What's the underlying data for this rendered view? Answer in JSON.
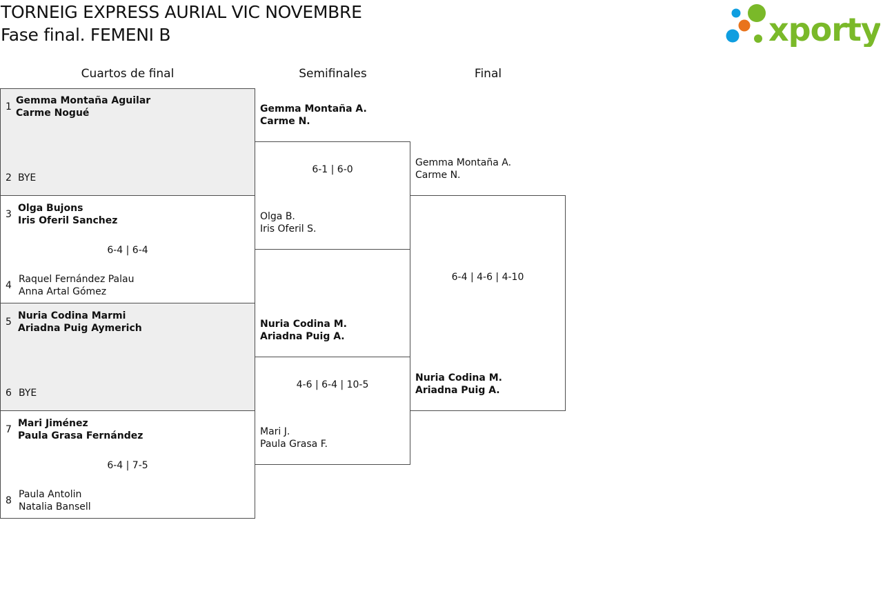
{
  "header": {
    "title_line1": "TORNEIG EXPRESS AURIAL VIC NOVEMBRE",
    "title_line2": "Fase final. FEMENI B",
    "logo_text": "xporty"
  },
  "colors": {
    "logo_green": "#7ab929",
    "logo_blue": "#0f9ee0",
    "logo_orange": "#e9731b",
    "shaded_box": "#eeeeee",
    "border": "#4d4d4d"
  },
  "rounds": {
    "quarterfinals": "Cuartos de final",
    "semifinals": "Semifinales",
    "final": "Final"
  },
  "quarterfinals": [
    {
      "top_seed": "1",
      "top_line1": "Gemma Montaña Aguilar",
      "top_line2": "Carme Nogué",
      "bottom_seed": "2",
      "bottom_line1": "BYE",
      "bottom_line2": "",
      "score": "",
      "winner": "top",
      "bye": true
    },
    {
      "top_seed": "3",
      "top_line1": "Olga Bujons",
      "top_line2": "Iris Oferil Sanchez",
      "bottom_seed": "4",
      "bottom_line1": "Raquel Fernández Palau",
      "bottom_line2": "Anna Artal Gómez",
      "score": "6-4 | 6-4",
      "winner": "top",
      "bye": false
    },
    {
      "top_seed": "5",
      "top_line1": "Nuria Codina Marmi",
      "top_line2": "Ariadna Puig Aymerich",
      "bottom_seed": "6",
      "bottom_line1": "BYE",
      "bottom_line2": "",
      "score": "",
      "winner": "top",
      "bye": true
    },
    {
      "top_seed": "7",
      "top_line1": "Mari Jiménez",
      "top_line2": "Paula Grasa Fernández",
      "bottom_seed": "8",
      "bottom_line1": "Paula Antolin",
      "bottom_line2": "Natalia Bansell",
      "score": "6-4 | 7-5",
      "winner": "top",
      "bye": false
    }
  ],
  "semifinals": [
    {
      "top_line1": "Gemma Montaña A.",
      "top_line2": "Carme N.",
      "bottom_line1": "Olga B.",
      "bottom_line2": "Iris Oferil S.",
      "score": "6-1 | 6-0",
      "winner": "top"
    },
    {
      "top_line1": "Nuria Codina M.",
      "top_line2": "Ariadna Puig A.",
      "bottom_line1": "Mari J.",
      "bottom_line2": "Paula Grasa F.",
      "score": "4-6 | 6-4 | 10-5",
      "winner": "top"
    }
  ],
  "final": {
    "top_line1": "Gemma Montaña A.",
    "top_line2": "Carme N.",
    "bottom_line1": "Nuria Codina M.",
    "bottom_line2": "Ariadna Puig A.",
    "score": "6-4 | 4-6 | 4-10",
    "winner": "bottom"
  }
}
